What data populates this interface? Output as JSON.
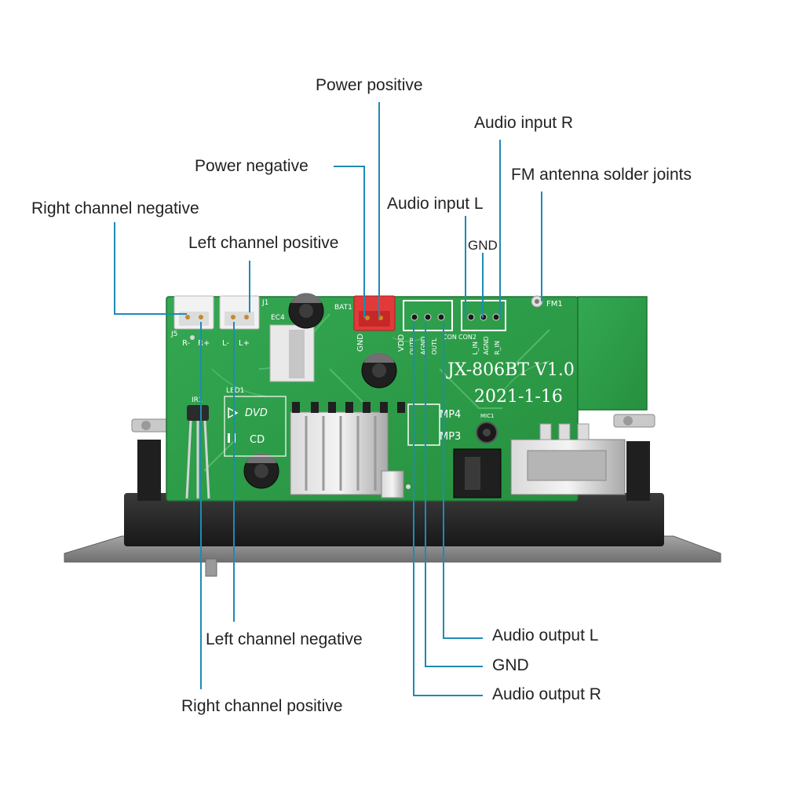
{
  "callouts": {
    "power_positive": "Power positive",
    "audio_input_r": "Audio input R",
    "power_negative": "Power negative",
    "fm_antenna": "FM antenna solder joints",
    "right_channel_negative": "Right channel negative",
    "audio_input_l": "Audio input L",
    "left_channel_positive": "Left channel positive",
    "gnd_top": "GND",
    "left_channel_negative": "Left channel negative",
    "audio_output_l": "Audio output L",
    "gnd_bottom": "GND",
    "audio_output_r": "Audio output R",
    "right_channel_positive": "Right channel positive"
  },
  "board": {
    "model": "JX-806BT V1.0",
    "date": "2021-1-16",
    "labels": {
      "j5": "J5",
      "r_minus": "R-",
      "r_plus": "R+",
      "j1": "J1",
      "l_minus": "L-",
      "l_plus": "L+",
      "ec4": "EC4",
      "bat1": "BAT1",
      "gnd": "GND",
      "vdd": "VDD",
      "con": "CON",
      "con2": "CON2",
      "outr": "OUTR",
      "agnd": "AGND",
      "outl": "OUTL",
      "lin": "L_IN",
      "agnd2": "AGND",
      "rin": "R_IN",
      "fm1": "FM1",
      "led1": "LED1",
      "ir1": "IR1",
      "dvd": "DVD",
      "cd": "CD",
      "mp4": "MP4",
      "mp3": "MP3",
      "mic1": "MIC1"
    }
  },
  "colors": {
    "leader": "#1e8bb3",
    "pcb": "#2fa04c",
    "pcb_dark": "#21803a",
    "panel": "#8c8c8c",
    "bezel": "#2a2a2a",
    "text": "#222222"
  }
}
